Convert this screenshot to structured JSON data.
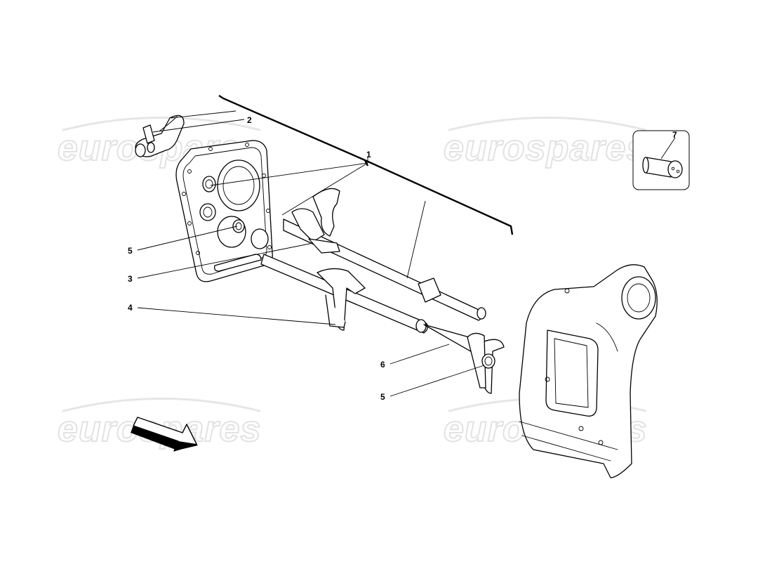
{
  "watermarks": [
    "eurospares",
    "eurospares",
    "eurospares",
    "eurospares"
  ],
  "callouts": {
    "c1": "1",
    "c2": "2",
    "c3": "3",
    "c4": "4",
    "c5a": "5",
    "c5b": "5",
    "c6": "6",
    "c7": "7"
  },
  "colors": {
    "line": "#000000",
    "watermark": "#e2e2e2",
    "background": "#ffffff"
  },
  "icons": {
    "direction": "arrow-right-down-icon"
  }
}
